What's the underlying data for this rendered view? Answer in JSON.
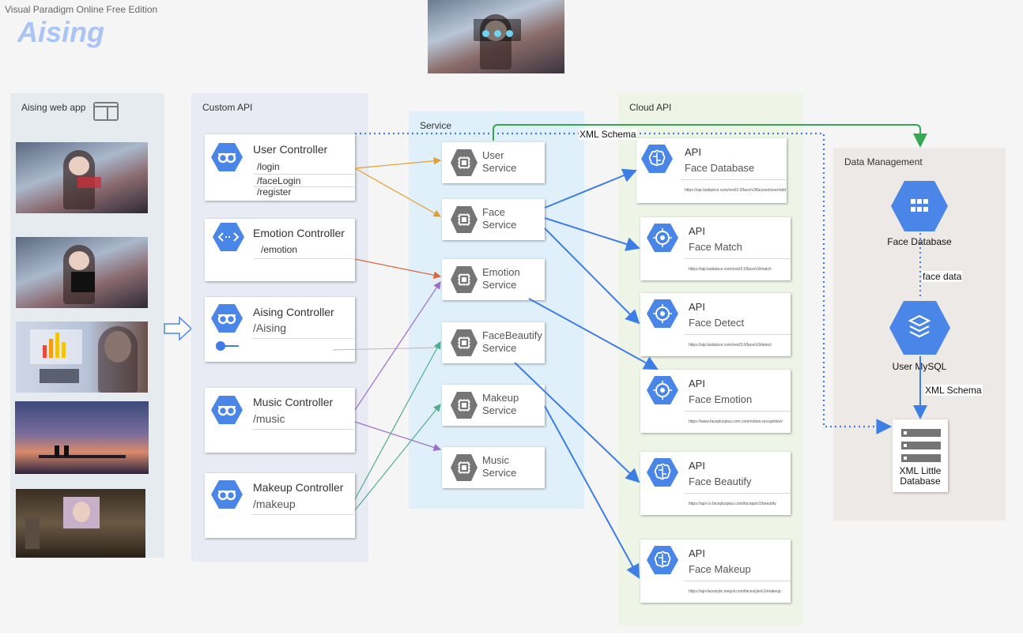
{
  "header": {
    "watermark": "Visual Paradigm Online Free Edition",
    "title": "Aising"
  },
  "webapp": {
    "label": "Aising web app",
    "icon": "browser-window-icon",
    "screenshots": [
      "login-page-screenshot",
      "face-login-screenshot",
      "emotion-chart-screenshot",
      "music-scene-screenshot",
      "makeup-scene-screenshot"
    ]
  },
  "custom_api": {
    "label": "Custom API",
    "controllers": [
      {
        "name": "User Controller",
        "routes": [
          "/login",
          "/faceLogin",
          "/register"
        ],
        "icon": "api-controller-icon"
      },
      {
        "name": "Emotion Controller",
        "routes": [
          "/emotion"
        ],
        "icon": "code-brackets-icon"
      },
      {
        "name": "Aising Controller",
        "routes": [
          "/Aising"
        ],
        "icon": "api-controller-icon"
      },
      {
        "name": "Music Controller",
        "routes": [
          "/music"
        ],
        "icon": "api-controller-icon"
      },
      {
        "name": "Makeup Controller",
        "routes": [
          "/makeup"
        ],
        "icon": "api-controller-icon"
      }
    ]
  },
  "service": {
    "label": "Service",
    "items": [
      {
        "line1": "User",
        "line2": "Service"
      },
      {
        "line1": "Face",
        "line2": "Service"
      },
      {
        "line1": "Emotion",
        "line2": "Service"
      },
      {
        "line1": "FaceBeautify",
        "line2": "Service"
      },
      {
        "line1": "Makeup",
        "line2": "Service"
      },
      {
        "line1": "Music",
        "line2": "Service"
      }
    ]
  },
  "cloud_api": {
    "label": "Cloud API",
    "items": [
      {
        "api": "API",
        "name": "Face Database",
        "url": "https://aip.baidubce.com/rest/2.0/face/v3/faceset/user/add",
        "icon": "brain-icon"
      },
      {
        "api": "API",
        "name": "Face Match",
        "url": "https://aip.baidubce.com/rest/2.0/face/v3/match",
        "icon": "vision-icon"
      },
      {
        "api": "API",
        "name": "Face Detect",
        "url": "https://aip.baidubce.com/rest/3.0/face/v3/detect",
        "icon": "vision-icon"
      },
      {
        "api": "API",
        "name": "Face Emotion",
        "url": "https://www.faceplusplus.com.cn/emotion-recognition/",
        "icon": "vision-icon"
      },
      {
        "api": "API",
        "name": "Face Beautify",
        "url": "https://api-cn.faceplusplus.com/facepp/v1/beautify",
        "icon": "brain-icon"
      },
      {
        "api": "API",
        "name": "Face Makeup",
        "url": "https://api-facestyle.megvii.com/facestyle/v1/makeup",
        "icon": "brain-icon"
      }
    ]
  },
  "data_management": {
    "label": "Data Management",
    "face_database": "Face Database",
    "face_data_label": "face data",
    "user_mysql": "User MySQL",
    "xml_schema_label": "XML Schema",
    "xml_db_line1": "XML Little",
    "xml_db_line2": "Database"
  },
  "connectors": {
    "xml_schema_top": "XML Schema"
  },
  "colors": {
    "gcp_blue": "#4a86e8",
    "service_gray": "#757575",
    "arrow_orange": "#e0a030",
    "arrow_red": "#d9663f",
    "arrow_purple": "#9b6fc7",
    "arrow_teal": "#4fae8f",
    "arrow_blue": "#3d7ee6",
    "arrow_green": "#34a853"
  }
}
